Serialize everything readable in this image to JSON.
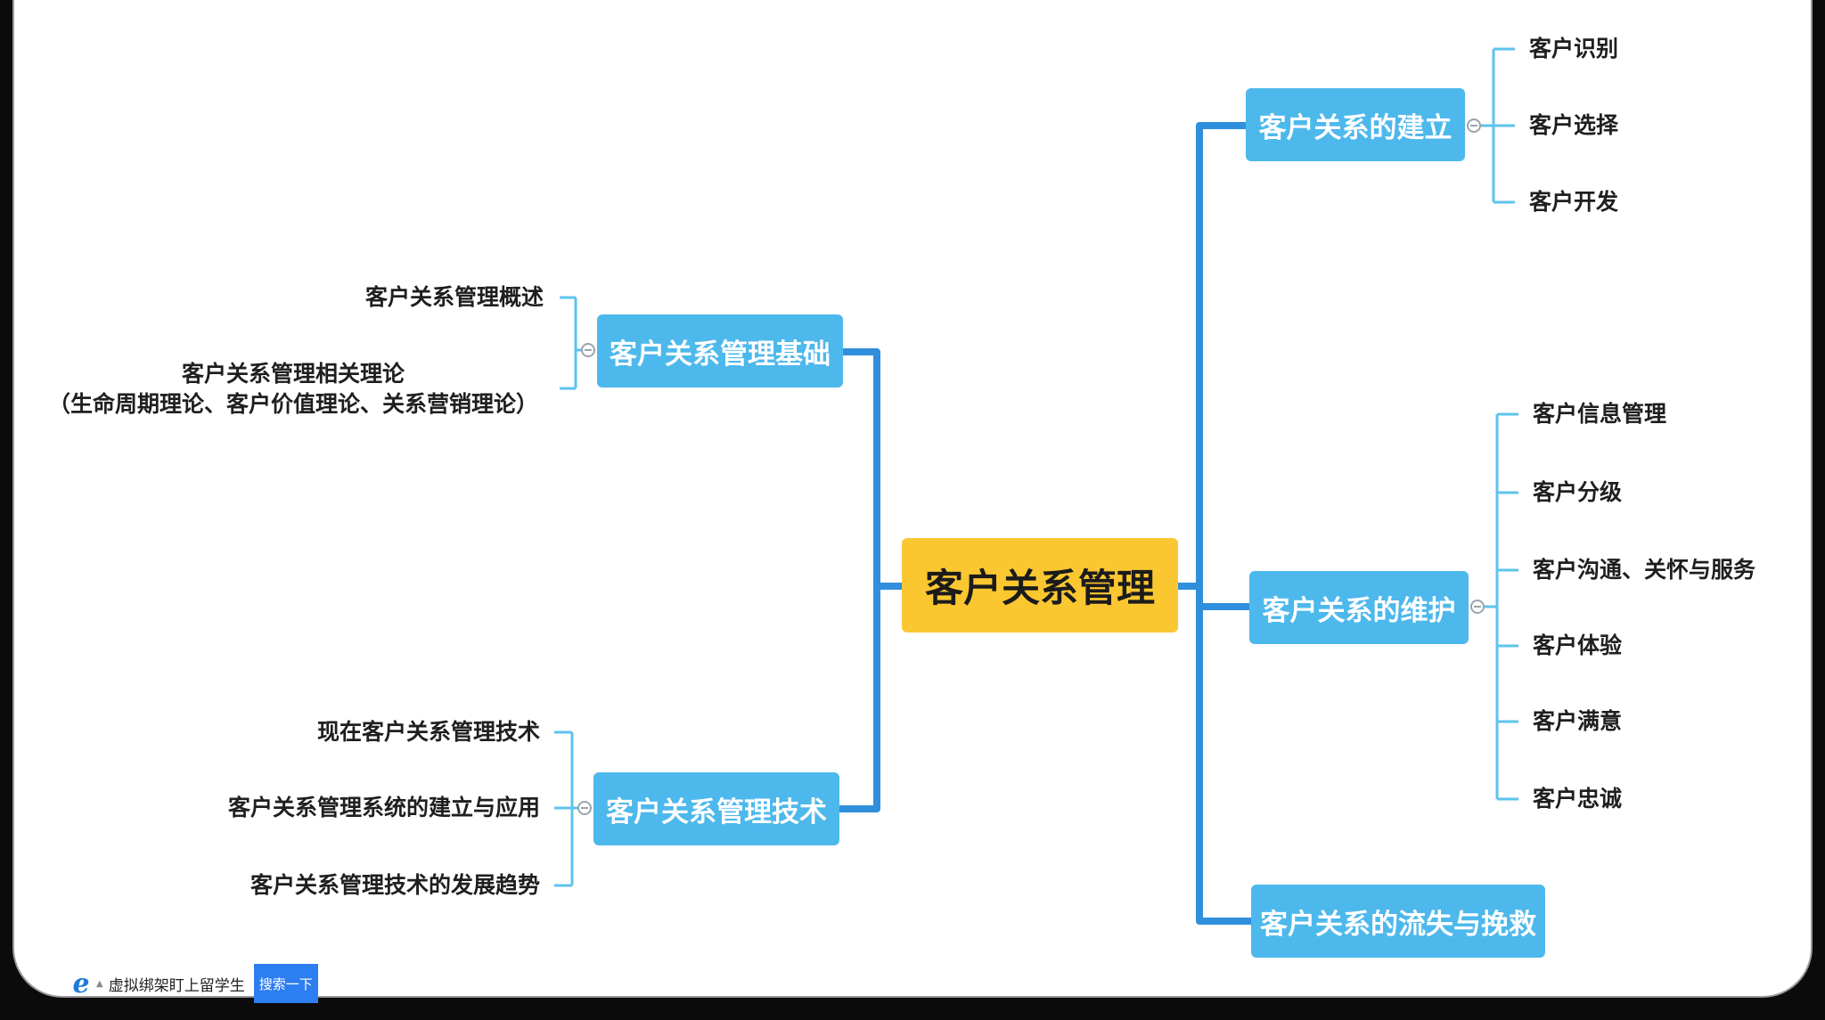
{
  "mindmap": {
    "center": "客户关系管理",
    "branches": {
      "jianli": {
        "label": "客户关系的建立",
        "children": [
          "客户识别",
          "客户选择",
          "客户开发"
        ]
      },
      "jichu": {
        "label": "客户关系管理基础",
        "children": [
          "客户关系管理概述",
          "客户关系管理相关理论",
          "（生命周期理论、客户价值理论、关系营销理论）"
        ]
      },
      "weihu": {
        "label": "客户关系的维护",
        "children": [
          "客户信息管理",
          "客户分级",
          "客户沟通、关怀与服务",
          "客户体验",
          "客户满意",
          "客户忠诚"
        ]
      },
      "jishu": {
        "label": "客户关系管理技术",
        "children": [
          "现在客户关系管理技术",
          "客户关系管理系统的建立与应用",
          "客户关系管理技术的发展趋势"
        ]
      },
      "liushi": {
        "label": "客户关系的流失与挽救"
      }
    }
  },
  "colors": {
    "center": "#fbc731",
    "subtopic": "#4db8ec",
    "main_line": "#2f8fdc",
    "leaf_line": "#5ec3ee"
  },
  "taskbar": {
    "icon": "ie-browser-icon",
    "search_text": "虚拟绑架盯上留学生",
    "search_button": "搜索一下"
  }
}
